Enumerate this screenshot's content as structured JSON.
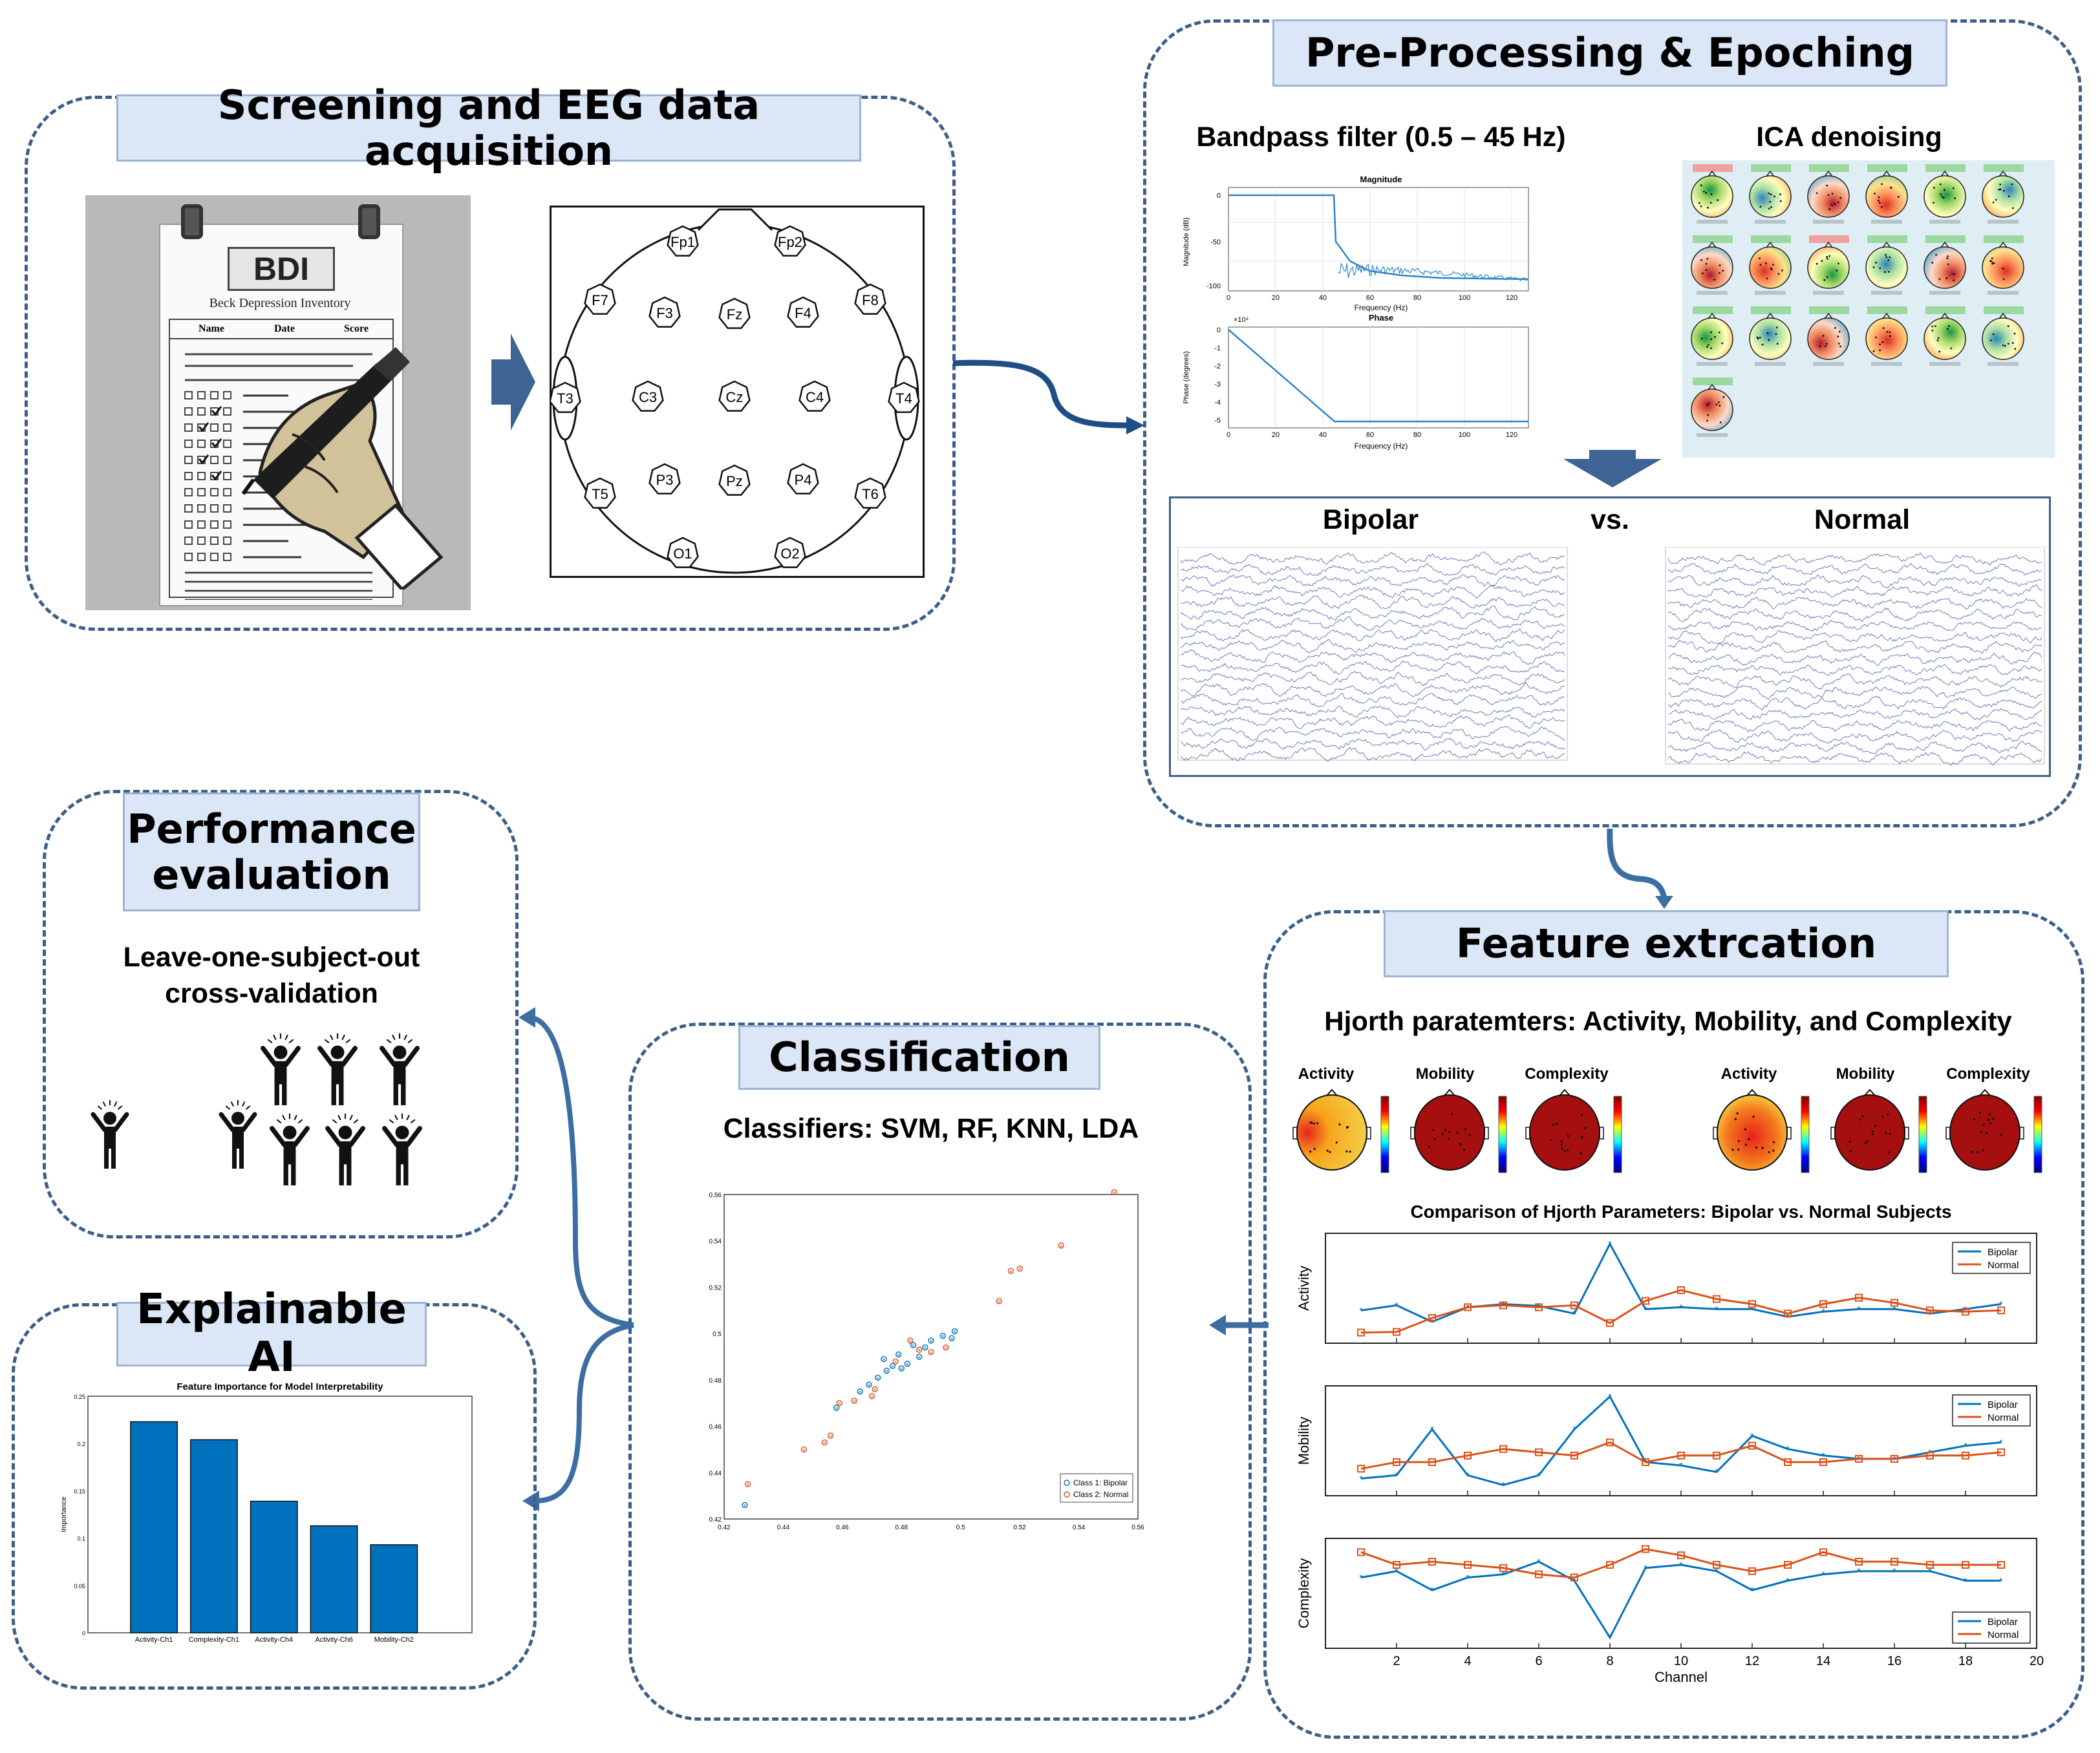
{
  "panels": {
    "screening": {
      "title": "Screening and EEG data acquisition",
      "bdi": {
        "acronym": "BDI",
        "full_name": "Beck Depression Inventory",
        "columns": [
          "Name",
          "Date",
          "Score"
        ]
      },
      "electrodes": [
        "Fp1",
        "Fp2",
        "F7",
        "F3",
        "Fz",
        "F4",
        "F8",
        "T3",
        "C3",
        "Cz",
        "C4",
        "T4",
        "T5",
        "P3",
        "Pz",
        "P4",
        "T6",
        "O1",
        "O2"
      ]
    },
    "preprocessing": {
      "title": "Pre-Processing & Epoching",
      "bandpass_label": "Bandpass filter (0.5 – 45 Hz)",
      "ica_label": "ICA denoising",
      "magnitude_plot": {
        "title": "Magnitude",
        "ylabel": "Magnitude (dB)",
        "xlabel": "Frequency (Hz)",
        "yticks": [
          "0",
          "-50",
          "-100"
        ],
        "xticks": [
          "0",
          "20",
          "40",
          "60",
          "80",
          "100",
          "120"
        ]
      },
      "phase_plot": {
        "title": "Phase",
        "ylabel": "Phase (degrees)",
        "xlabel": "Frequency (Hz)",
        "exponent": "×10⁴",
        "yticks": [
          "0",
          "-1",
          "-2",
          "-3",
          "-4",
          "-5"
        ],
        "xticks": [
          "0",
          "20",
          "40",
          "60",
          "80",
          "100",
          "120"
        ]
      },
      "comparison": {
        "left": "Bipolar",
        "mid": "vs.",
        "right": "Normal"
      }
    },
    "feature": {
      "title": "Feature extrcation",
      "subtitle": "Hjorth paratemters: Activity, Mobility, and Complexity",
      "topo_labels": [
        "Activity",
        "Mobility",
        "Complexity",
        "Activity",
        "Mobility",
        "Complexity"
      ],
      "chart_title": "Comparison of Hjorth Parameters: Bipolar vs. Normal Subjects"
    },
    "classification": {
      "title": "Classification",
      "subtitle": "Classifiers: SVM, RF, KNN, LDA"
    },
    "performance": {
      "title": "Performance evaluation",
      "subtitle": "Leave-one-subject-out cross-validation"
    },
    "xai": {
      "title": "Explainable AI"
    }
  },
  "chart_data": [
    {
      "id": "hjorth-comparison",
      "type": "line",
      "title": "Comparison of Hjorth Parameters: Bipolar vs. Normal Subjects",
      "xlabel": "Channel",
      "x": [
        1,
        2,
        3,
        4,
        5,
        6,
        7,
        8,
        9,
        10,
        11,
        12,
        13,
        14,
        15,
        16,
        17,
        18,
        19
      ],
      "xlim": [
        0,
        20
      ],
      "xticks": [
        2,
        4,
        6,
        8,
        10,
        12,
        14,
        16,
        18,
        20
      ],
      "colors": {
        "Bipolar": "#0072bd",
        "Normal": "#d95319"
      },
      "panels": [
        {
          "ylabel": "Activity",
          "series": [
            {
              "name": "Bipolar",
              "values": [
                0.4,
                0.48,
                0.22,
                0.45,
                0.5,
                0.47,
                0.35,
                1.45,
                0.42,
                0.45,
                0.42,
                0.42,
                0.3,
                0.38,
                0.42,
                0.42,
                0.35,
                0.42,
                0.5
              ]
            },
            {
              "name": "Normal",
              "values": [
                0.05,
                0.06,
                0.28,
                0.45,
                0.48,
                0.45,
                0.48,
                0.2,
                0.55,
                0.72,
                0.58,
                0.5,
                0.35,
                0.5,
                0.6,
                0.52,
                0.4,
                0.38,
                0.4
              ]
            }
          ]
        },
        {
          "ylabel": "Mobility",
          "series": [
            {
              "name": "Bipolar",
              "values": [
                0.15,
                0.2,
                0.9,
                0.2,
                0.05,
                0.2,
                0.9,
                1.4,
                0.4,
                0.35,
                0.25,
                0.8,
                0.6,
                0.5,
                0.45,
                0.45,
                0.55,
                0.65,
                0.7
              ]
            },
            {
              "name": "Normal",
              "values": [
                0.3,
                0.4,
                0.4,
                0.5,
                0.6,
                0.55,
                0.5,
                0.7,
                0.4,
                0.5,
                0.5,
                0.65,
                0.4,
                0.4,
                0.45,
                0.45,
                0.5,
                0.5,
                0.55
              ]
            }
          ]
        },
        {
          "ylabel": "Complexity",
          "series": [
            {
              "name": "Bipolar",
              "values": [
                0.55,
                0.65,
                0.35,
                0.55,
                0.6,
                0.8,
                0.5,
                -0.4,
                0.7,
                0.75,
                0.65,
                0.35,
                0.5,
                0.6,
                0.65,
                0.65,
                0.65,
                0.5,
                0.5
              ]
            },
            {
              "name": "Normal",
              "values": [
                0.95,
                0.75,
                0.8,
                0.75,
                0.7,
                0.6,
                0.55,
                0.75,
                1.0,
                0.9,
                0.75,
                0.65,
                0.75,
                0.95,
                0.8,
                0.8,
                0.75,
                0.75,
                0.75
              ]
            }
          ]
        }
      ]
    },
    {
      "id": "classification-scatter",
      "type": "scatter",
      "xlim": [
        0.42,
        0.56
      ],
      "ylim": [
        0.42,
        0.56
      ],
      "xticks": [
        "0.42",
        "0.44",
        "0.46",
        "0.48",
        "0.5",
        "0.52",
        "0.54",
        "0.56"
      ],
      "yticks": [
        "0.42",
        "0.44",
        "0.46",
        "0.48",
        "0.5",
        "0.52",
        "0.54",
        "0.56"
      ],
      "series": [
        {
          "name": "Class 1: Bipolar",
          "color": "#0072bd",
          "points": [
            [
              0.427,
              0.426
            ],
            [
              0.458,
              0.468
            ],
            [
              0.466,
              0.475
            ],
            [
              0.469,
              0.478
            ],
            [
              0.472,
              0.481
            ],
            [
              0.474,
              0.489
            ],
            [
              0.475,
              0.484
            ],
            [
              0.477,
              0.486
            ],
            [
              0.479,
              0.491
            ],
            [
              0.48,
              0.485
            ],
            [
              0.482,
              0.487
            ],
            [
              0.484,
              0.495
            ],
            [
              0.486,
              0.49
            ],
            [
              0.488,
              0.494
            ],
            [
              0.49,
              0.497
            ],
            [
              0.494,
              0.499
            ],
            [
              0.497,
              0.498
            ],
            [
              0.498,
              0.501
            ]
          ]
        },
        {
          "name": "Class 2: Normal",
          "color": "#d95319",
          "points": [
            [
              0.428,
              0.435
            ],
            [
              0.447,
              0.45
            ],
            [
              0.454,
              0.453
            ],
            [
              0.456,
              0.456
            ],
            [
              0.459,
              0.47
            ],
            [
              0.464,
              0.471
            ],
            [
              0.47,
              0.473
            ],
            [
              0.471,
              0.476
            ],
            [
              0.478,
              0.488
            ],
            [
              0.483,
              0.497
            ],
            [
              0.486,
              0.493
            ],
            [
              0.49,
              0.492
            ],
            [
              0.495,
              0.494
            ],
            [
              0.513,
              0.514
            ],
            [
              0.517,
              0.527
            ],
            [
              0.52,
              0.528
            ],
            [
              0.534,
              0.538
            ],
            [
              0.552,
              0.561
            ]
          ]
        }
      ]
    },
    {
      "id": "feature-importance",
      "type": "bar",
      "title": "Feature Importance for Model Interpretability",
      "ylabel": "Importance",
      "categories": [
        "Activity-Ch1",
        "Complexity-Ch1",
        "Activity-Ch4",
        "Activity-Ch6",
        "Mobility-Ch2"
      ],
      "values": [
        0.223,
        0.204,
        0.139,
        0.113,
        0.093
      ],
      "ylim": [
        0,
        0.25
      ],
      "yticks": [
        "0",
        "0.05",
        "0.1",
        "0.15",
        "0.2",
        "0.25"
      ],
      "color": "#0072bd"
    }
  ]
}
